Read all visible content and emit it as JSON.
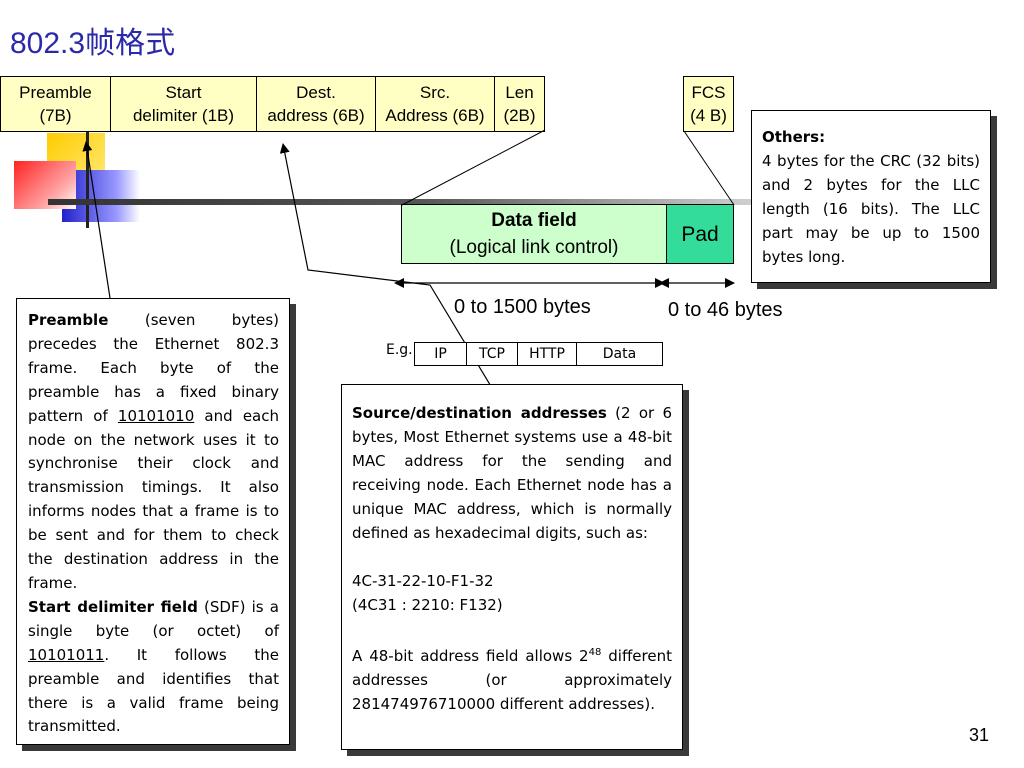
{
  "slide": {
    "title": "802.3帧格式",
    "page_number": "31"
  },
  "frame_fields": [
    {
      "line1": "Preamble",
      "line2": "(7B)"
    },
    {
      "line1": "Start",
      "line2": "delimiter (1B)"
    },
    {
      "line1": "Dest.",
      "line2": "address (6B)"
    },
    {
      "line1": "Src.",
      "line2": "Address (6B)"
    },
    {
      "line1": "Len",
      "line2": "(2B)"
    },
    {
      "line1": "FCS",
      "line2": "(4 B)"
    }
  ],
  "data_field": {
    "line1": "Data field",
    "line2": "(Logical link control)"
  },
  "pad_field": "Pad",
  "ranges": {
    "data": "0 to 1500 bytes",
    "pad": "0 to 46 bytes"
  },
  "example": {
    "label": "E.g.",
    "cells": [
      "IP",
      "TCP",
      "HTTP",
      "Data"
    ]
  },
  "others_box": {
    "heading": "Others:",
    "body": "4 bytes for the CRC (32 bits) and 2 bytes for the LLC length (16 bits). The LLC part may be up to 1500 bytes long."
  },
  "preamble_box": {
    "term1": "Preamble",
    "text1a": " (seven bytes) precedes the Ethernet 802.3 frame. Each byte of the preamble has a fixed binary pattern of ",
    "pattern1": "10101010",
    "text1b": " and each node on the network uses it to synchronise their clock and transmission timings. It also informs nodes that a frame is to be sent and for them to check the destination address in the frame.",
    "term2": "Start delimiter field",
    "text2a": " (SDF) is a single byte (or octet) of ",
    "pattern2": "10101011",
    "text2b": ". It follows the preamble and identifies that there is a valid frame being transmitted."
  },
  "address_box": {
    "term": "Source/destination addresses",
    "text": " (2 or 6 bytes, Most Ethernet systems use a 48-bit MAC address for the sending and receiving node. Each Ethernet node has a unique MAC address, which is normally defined as hexadecimal digits, such as:",
    "example1": "4C-31-22-10-F1-32",
    "example2": "(4C31 : 2210: F132)",
    "text3a": "A 48-bit address field allows 2",
    "exponent": "48",
    "text3b": " different addresses (or approximately 281474976710000 different addresses)."
  },
  "colors": {
    "title": "#2a2aa8",
    "field_fill": "#ffffc4",
    "data_fill": "#ccffcc",
    "pad_fill": "#33dd99"
  }
}
